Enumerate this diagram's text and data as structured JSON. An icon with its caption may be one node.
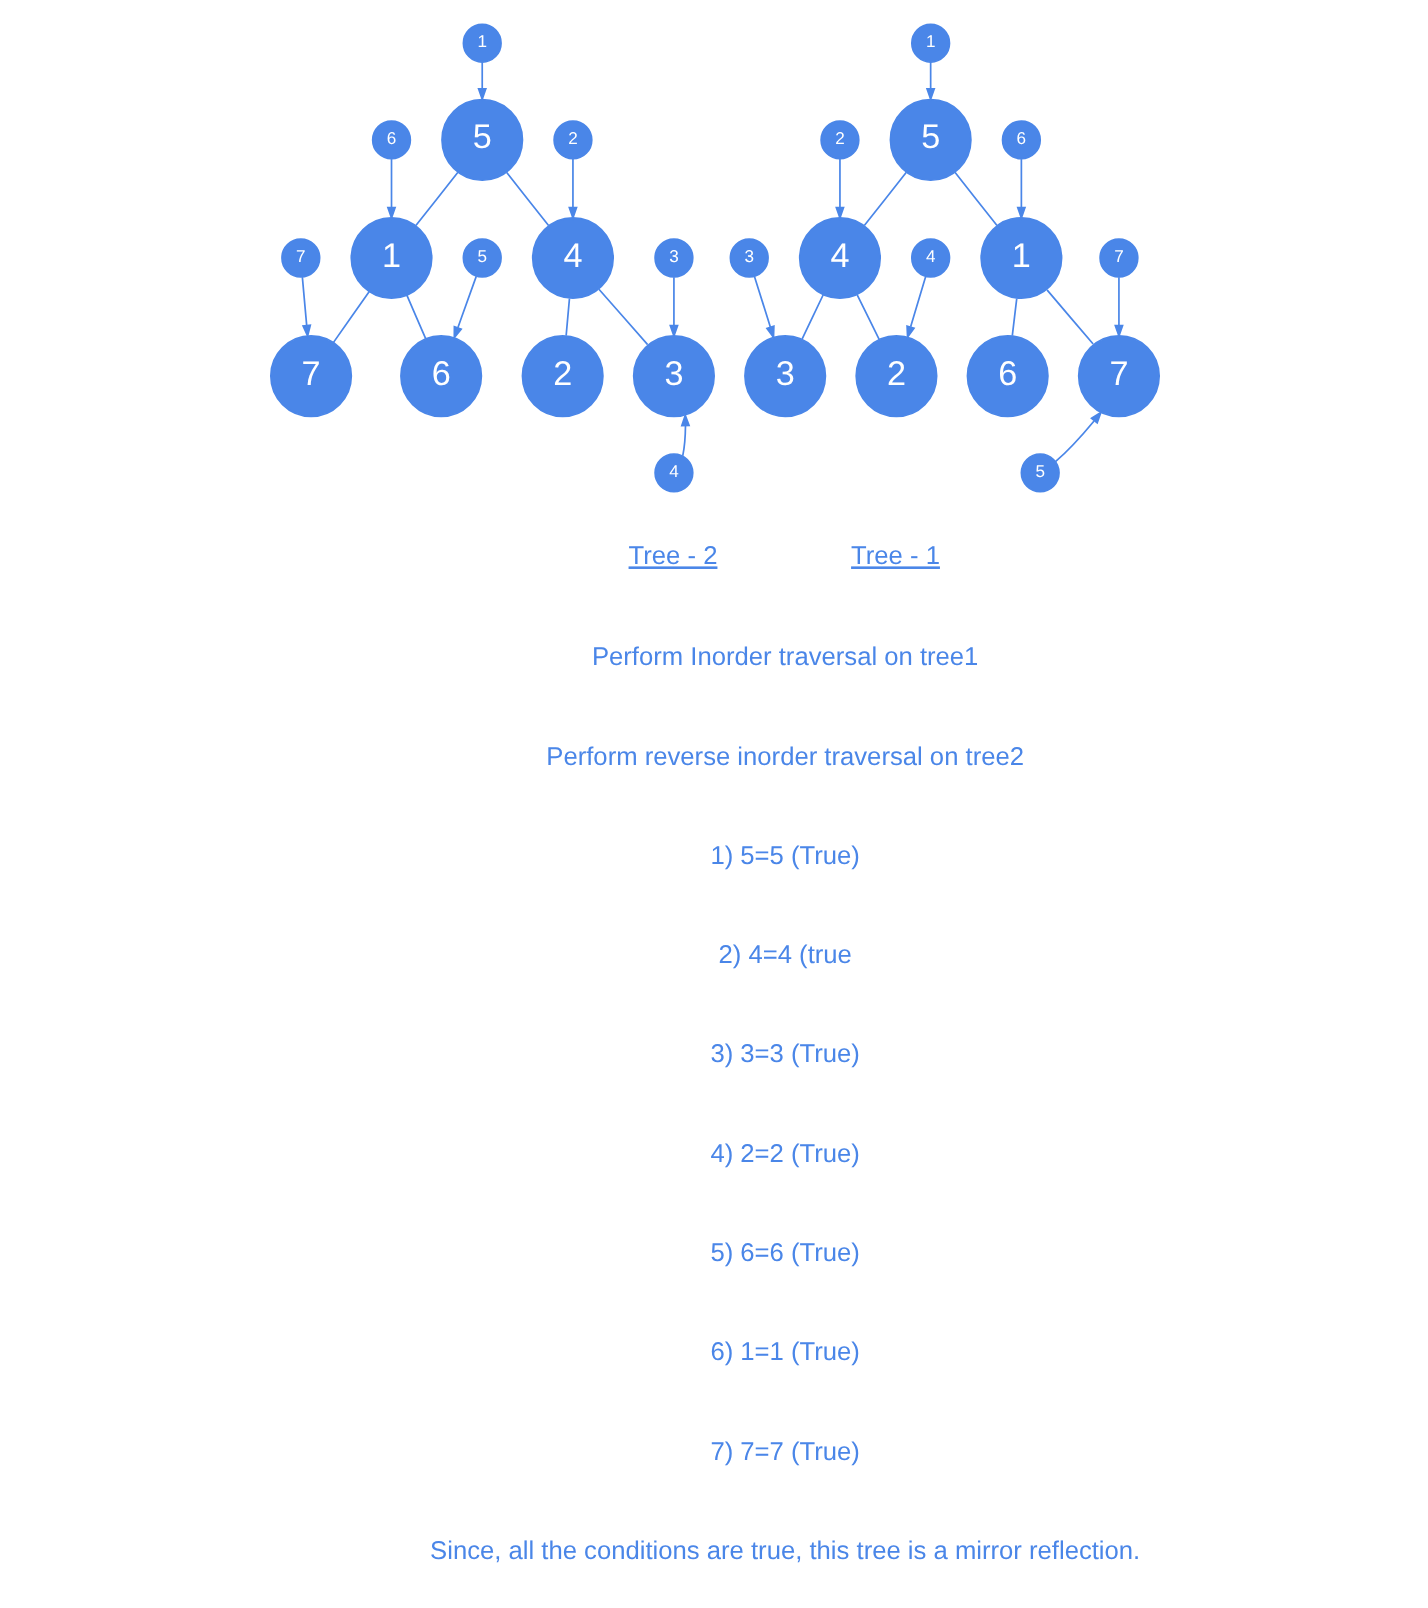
{
  "diagram": {
    "nodes": [
      {
        "text": [
          "5"
        ]
      },
      {
        "text": [
          "4"
        ]
      },
      {
        "text": [
          "1"
        ]
      },
      {
        "text": [
          "3"
        ]
      },
      {
        "text": [
          "2"
        ]
      },
      {
        "text": [
          "6"
        ]
      },
      {
        "text": [
          "7"
        ]
      },
      {
        "text": [
          "1"
        ]
      },
      {
        "text": [
          "2"
        ]
      },
      {
        "text": [
          "6"
        ]
      },
      {
        "text": [
          "3"
        ]
      },
      {
        "text": [
          "4"
        ]
      },
      {
        "text": [
          "7"
        ]
      },
      {
        "text": [
          "5"
        ]
      },
      {
        "text": [
          "5"
        ]
      },
      {
        "text": [
          "1"
        ]
      },
      {
        "text": [
          "4"
        ]
      },
      {
        "text": [
          "7"
        ]
      },
      {
        "text": [
          "6"
        ]
      },
      {
        "text": [
          "2"
        ]
      },
      {
        "text": [
          "3"
        ]
      },
      {
        "text": [
          "1"
        ]
      },
      {
        "text": [
          "6"
        ]
      },
      {
        "text": [
          "2"
        ]
      },
      {
        "text": [
          "7"
        ]
      },
      {
        "text": [
          "5"
        ]
      },
      {
        "text": [
          "3"
        ]
      },
      {
        "text": [
          "4"
        ]
      }
    ],
    "edges": [
      {
        "from": 0,
        "to": 1,
        "arrow": "none"
      },
      {
        "from": 0,
        "to": 2,
        "arrow": "none"
      },
      {
        "from": 1,
        "to": 3,
        "arrow": "none"
      },
      {
        "from": 1,
        "to": 4,
        "arrow": "none"
      },
      {
        "from": 2,
        "to": 5,
        "arrow": "none"
      },
      {
        "from": 2,
        "to": 6,
        "arrow": "none"
      },
      {
        "from": 7,
        "to": 0,
        "arrow": "to"
      },
      {
        "from": 8,
        "to": 1,
        "arrow": "to"
      },
      {
        "from": 9,
        "to": 2,
        "arrow": "to"
      },
      {
        "from": 10,
        "to": 3,
        "arrow": "to"
      },
      {
        "from": 11,
        "to": 4,
        "arrow": "to"
      },
      {
        "from": 12,
        "to": 6,
        "arrow": "to"
      },
      {
        "from": 13,
        "to": 6,
        "arrow": "to"
      },
      {
        "from": 14,
        "to": 15,
        "arrow": "none"
      },
      {
        "from": 14,
        "to": 16,
        "arrow": "none"
      },
      {
        "from": 15,
        "to": 17,
        "arrow": "none"
      },
      {
        "from": 15,
        "to": 18,
        "arrow": "none"
      },
      {
        "from": 16,
        "to": 19,
        "arrow": "none"
      },
      {
        "from": 16,
        "to": 20,
        "arrow": "none"
      },
      {
        "from": 21,
        "to": 14,
        "arrow": "to"
      },
      {
        "from": 22,
        "to": 15,
        "arrow": "to"
      },
      {
        "from": 23,
        "to": 16,
        "arrow": "to"
      },
      {
        "from": 24,
        "to": 17,
        "arrow": "to"
      },
      {
        "from": 25,
        "to": 18,
        "arrow": "to"
      },
      {
        "from": 26,
        "to": 20,
        "arrow": "to"
      },
      {
        "from": 27,
        "to": 20,
        "arrow": "to"
      }
    ],
    "labels": [
      "Tree - 1",
      "Tree - 2",
      "Perform Inorder traversal on tree1",
      "Perform reverse inorder traversal on tree2",
      "1) 5=5 (True)",
      "2) 4=4 (true",
      "3) 3=3 (True)",
      "4) 2=2 (True)",
      "5) 6=6 (True)",
      "6) 1=1 (True)",
      "7) 7=7 (True)",
      "Since, all the conditions are true, this tree is a mirror reflection."
    ]
  }
}
